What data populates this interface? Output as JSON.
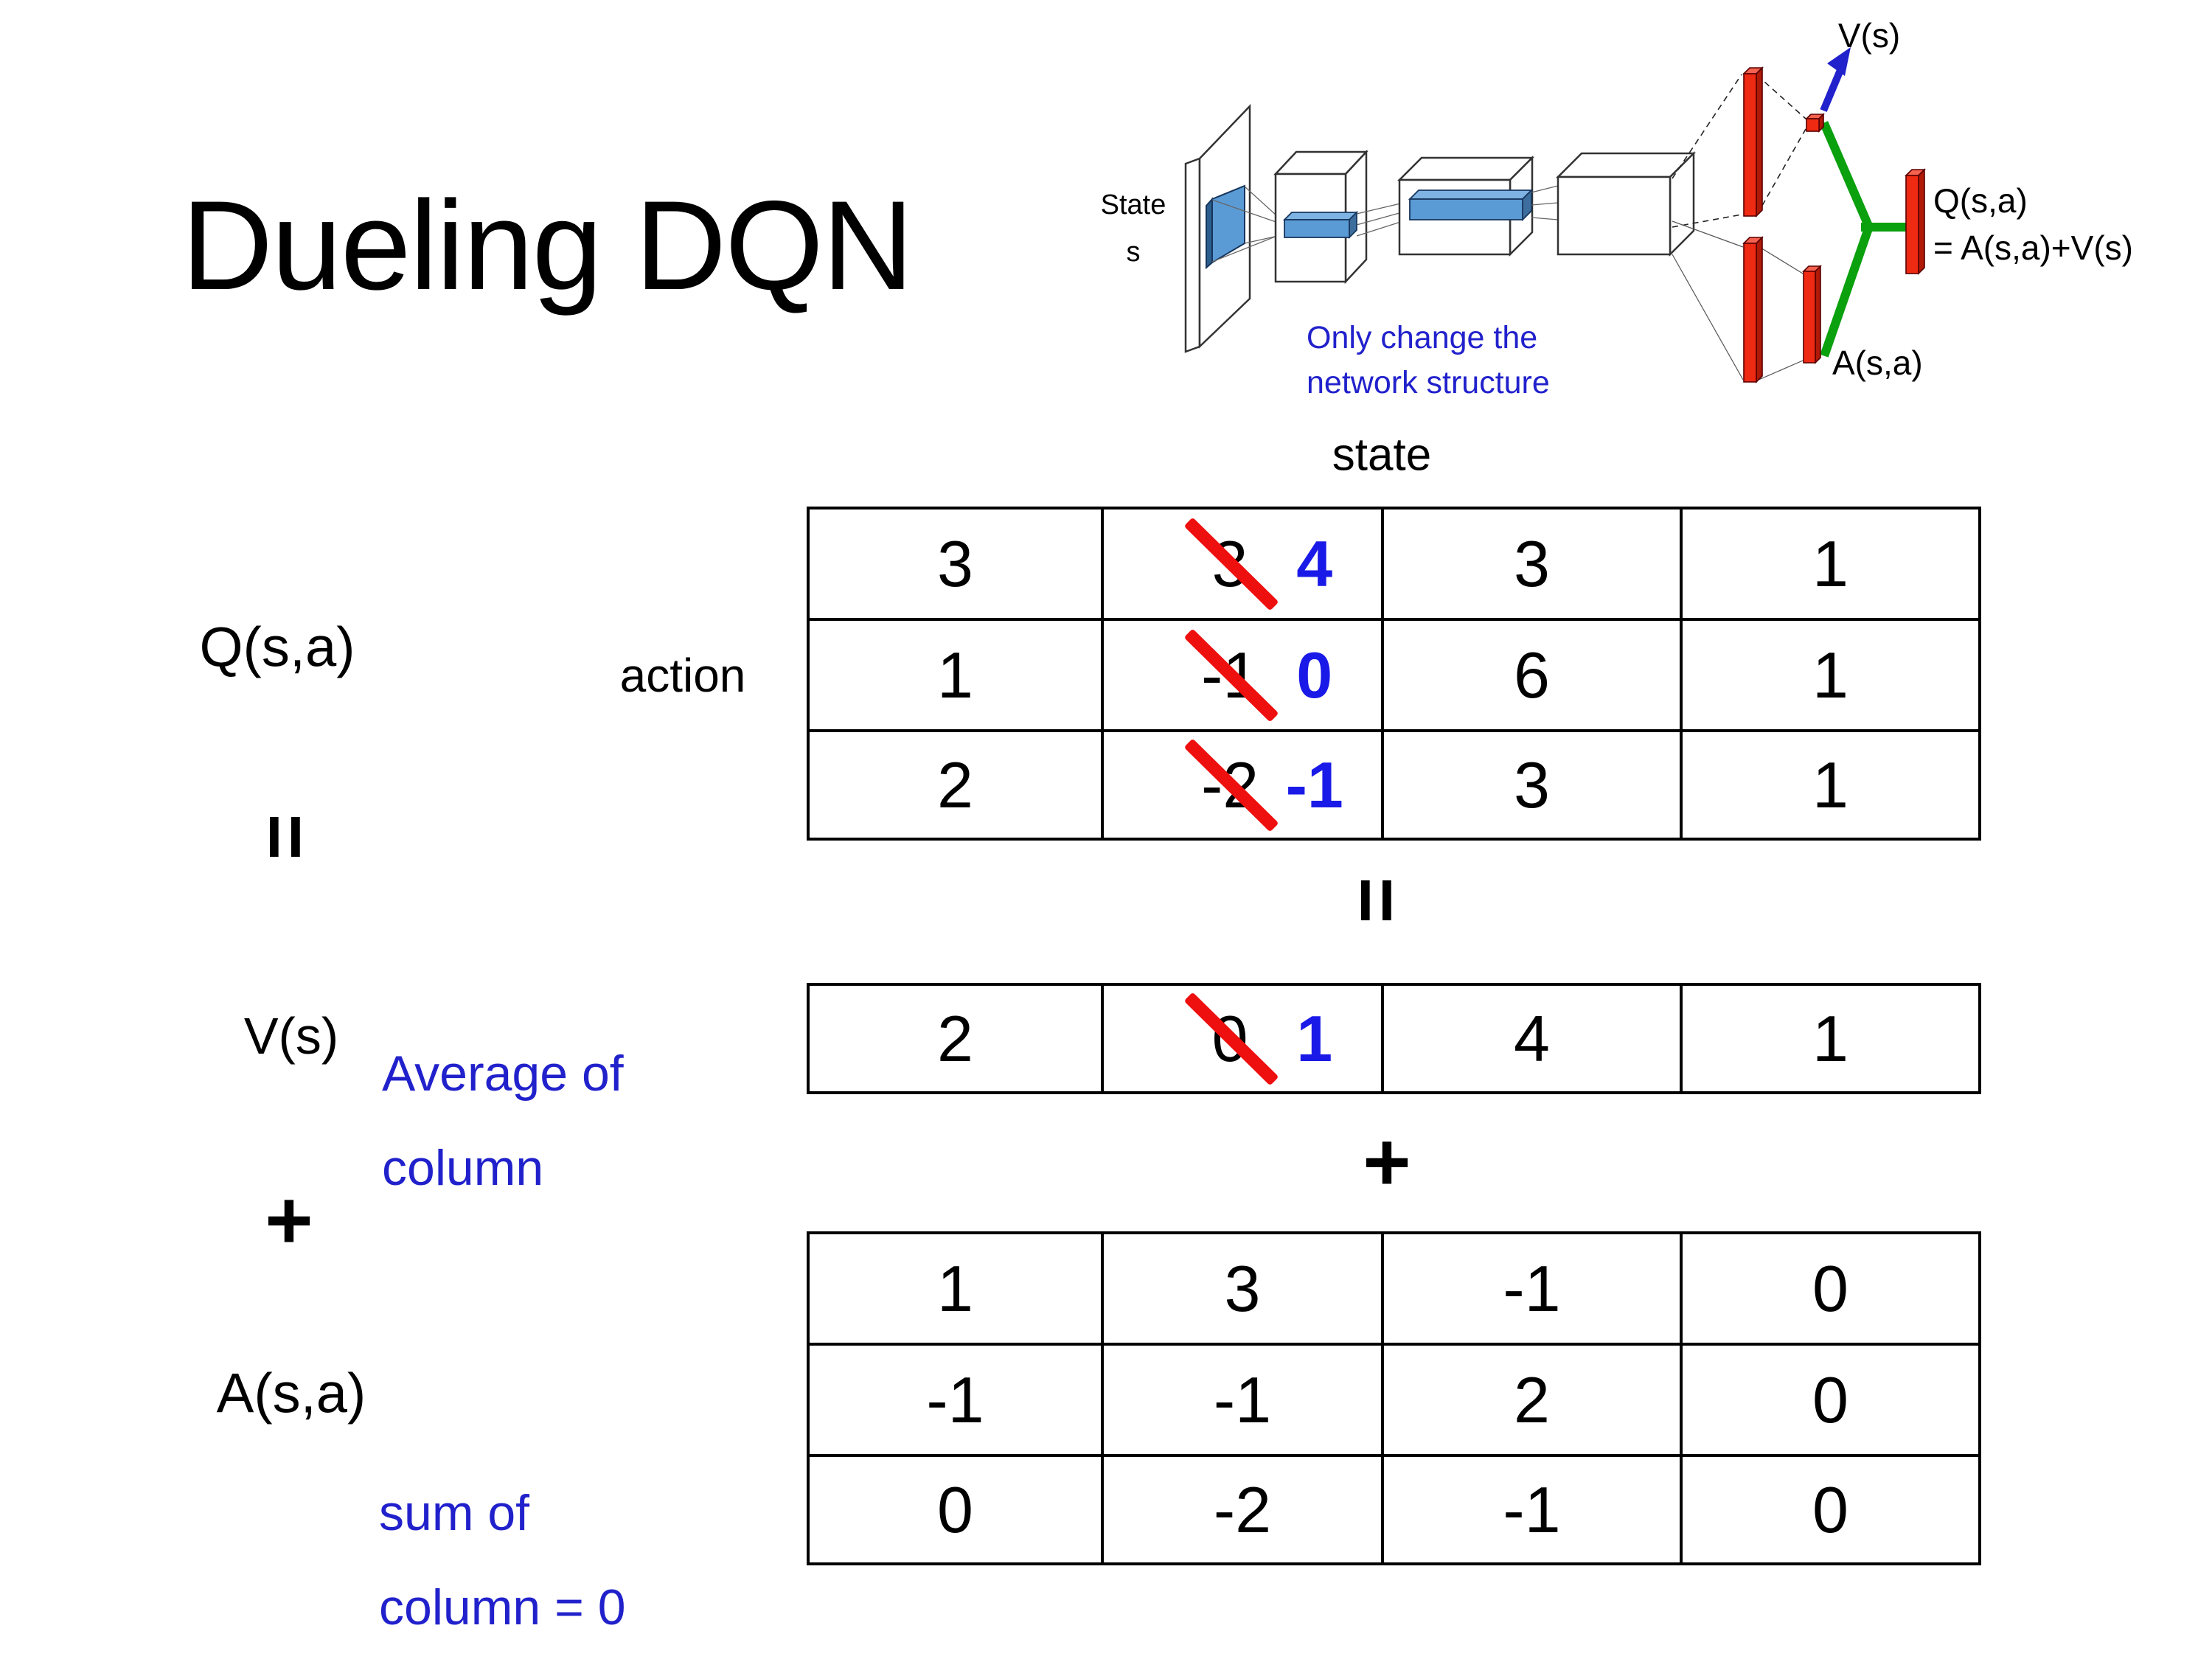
{
  "title": "Dueling DQN",
  "diagram": {
    "state_line1": "State",
    "state_line2": "s",
    "note_line1": "Only change the",
    "note_line2": "network structure",
    "v_out_label": "V(s)",
    "a_out_label": "A(s,a)",
    "q_out_line1": "Q(s,a)",
    "q_out_line2": "= A(s,a)+V(s)"
  },
  "labels": {
    "state_header": "state",
    "action": "action",
    "q": "Q(s,a)",
    "equals": "=",
    "v": "V(s)",
    "plus": "+",
    "a": "A(s,a)",
    "avg_line1": "Average of",
    "avg_line2": "column",
    "sum_line1": "sum of",
    "sum_line2": "column = 0"
  },
  "q_table": {
    "rows": [
      {
        "c1": "3",
        "old": "3",
        "new": "4",
        "c3": "3",
        "c4": "1"
      },
      {
        "c1": "1",
        "old": "-1",
        "new": "0",
        "c3": "6",
        "c4": "1"
      },
      {
        "c1": "2",
        "old": "-2",
        "new": "-1",
        "c3": "3",
        "c4": "1"
      }
    ]
  },
  "v_table": {
    "c1": "2",
    "old": "0",
    "new": "1",
    "c3": "4",
    "c4": "1"
  },
  "a_table": {
    "rows": [
      [
        "1",
        "3",
        "-1",
        "0"
      ],
      [
        "-1",
        "-1",
        "2",
        "0"
      ],
      [
        "0",
        "-2",
        "-1",
        "0"
      ]
    ]
  },
  "colors": {
    "annotation_blue": "#2121cc",
    "replacement_blue": "#1a1ae8",
    "strike_red": "#ee0f0f",
    "bar_red": "#ee2a12",
    "merge_green": "#0ba00e",
    "conv_blue": "#5b9bd5"
  }
}
